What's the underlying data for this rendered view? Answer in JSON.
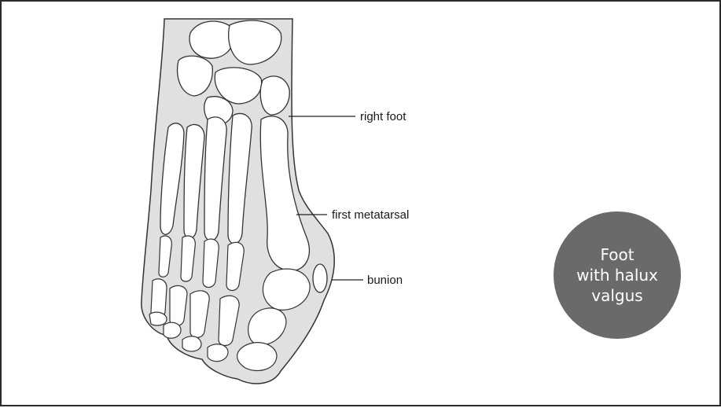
{
  "labels": {
    "right_foot": "right foot",
    "first_metatarsal": "first metatarsal",
    "bunion": "bunion"
  },
  "badge": {
    "line1": "Foot",
    "line2": "with halux",
    "line3": "valgus"
  },
  "colors": {
    "frame": "#2b2b2b",
    "soft_tissue": "#e0e0e0",
    "bone_fill": "#ffffff",
    "outline": "#333333",
    "badge": "#6a6a6b"
  }
}
